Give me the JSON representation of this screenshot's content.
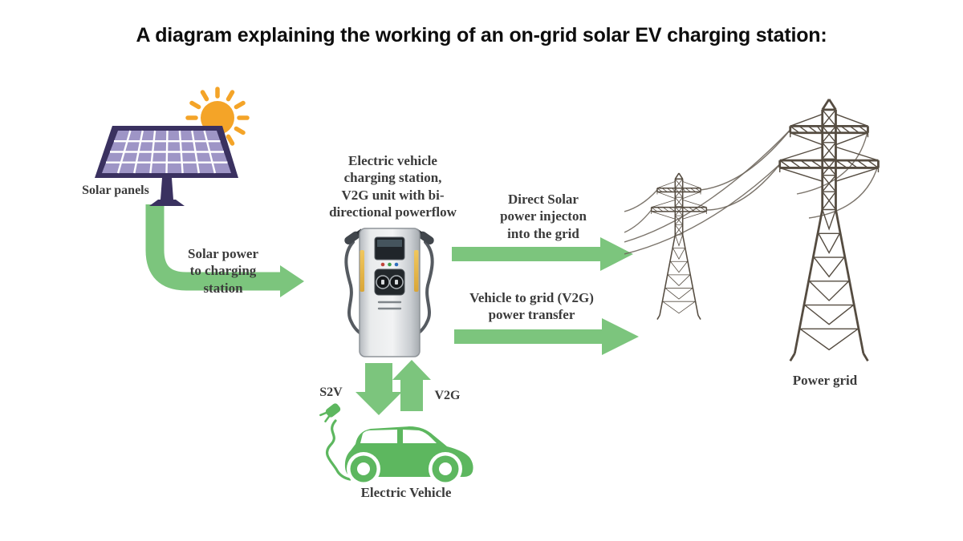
{
  "title": "A diagram explaining the working of an on-grid solar EV charging station:",
  "labels": {
    "solar_panels": "Solar panels",
    "solar_power_to_station": "Solar power\nto charging\nstation",
    "charging_station": "Electric vehicle\ncharging station,\nV2G unit with bi-\ndirectional powerflow",
    "direct_solar_injection": "Direct Solar\npower injecton\ninto the grid",
    "v2g_power_transfer": "Vehicle to grid (V2G)\npower transfer",
    "s2v": "S2V",
    "v2g": "V2G",
    "electric_vehicle": "Electric Vehicle",
    "power_grid": "Power grid"
  },
  "icons": {
    "solar_panel": "solar-panel-icon",
    "sun": "sun-icon",
    "charging_station": "ev-charging-station-icon",
    "electric_car": "electric-car-icon",
    "power_grid": "transmission-towers-icon",
    "arrows": [
      "solar-to-station-arrow",
      "solar-to-grid-arrow",
      "v2g-to-grid-arrow",
      "s2v-down-arrow",
      "v2g-up-arrow"
    ]
  },
  "colors": {
    "arrow_green": "#7cc57d",
    "car_green": "#5db75f",
    "sun_orange": "#f4a428",
    "panel_frame": "#3a3160",
    "panel_cell": "#9e95c6",
    "station_yellow": "#e6b54a",
    "tower_brown": "#554c41",
    "label_text": "#3b3b3b",
    "background": "#ffffff"
  }
}
